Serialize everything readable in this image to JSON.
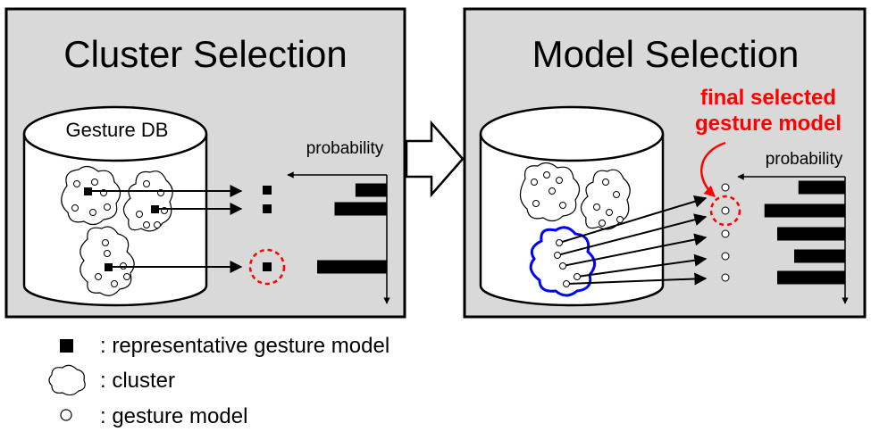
{
  "panels": {
    "left": {
      "title": "Cluster Selection",
      "db_label": "Gesture DB",
      "axis_label": "probability"
    },
    "right": {
      "title": "Model Selection",
      "axis_label": "probability",
      "annotation_line1": "final selected",
      "annotation_line2": "gesture model"
    }
  },
  "legend": {
    "representative": ": representative gesture model",
    "cluster": ": cluster",
    "gesture_model": ": gesture model"
  },
  "colors": {
    "panel_bg": "#d9d9d9",
    "highlight": "#ff0000",
    "selected_cluster": "#0000ff",
    "ink": "#000000"
  },
  "left_probabilities": [
    0.45,
    0.75,
    1.0
  ],
  "right_probabilities": [
    0.55,
    0.95,
    0.8,
    0.6,
    0.8
  ]
}
